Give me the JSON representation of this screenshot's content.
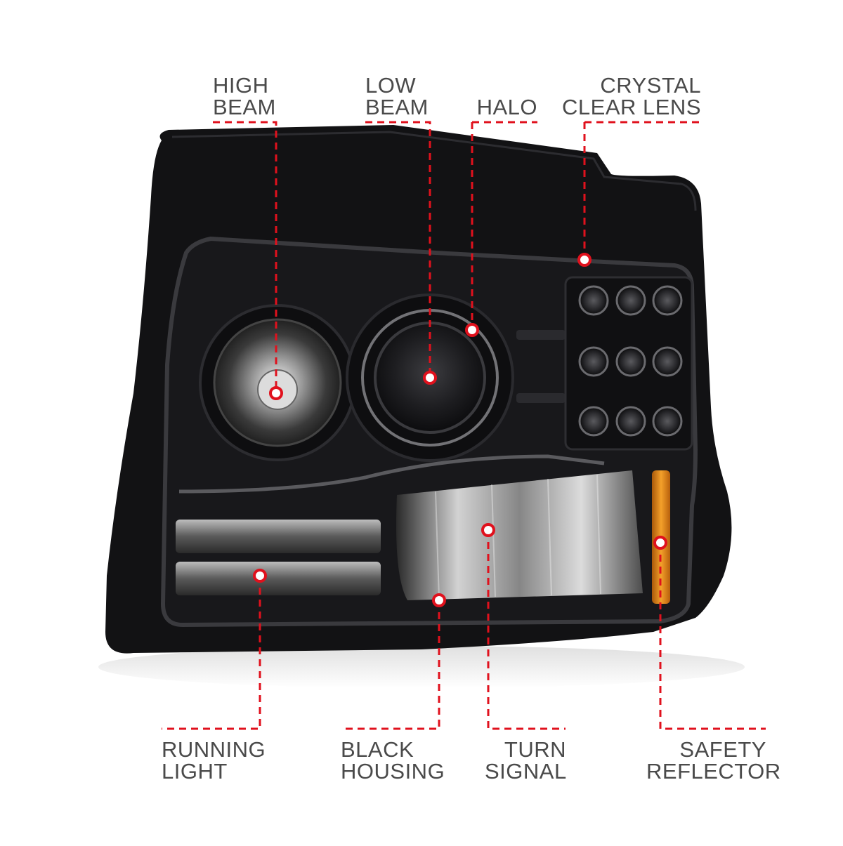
{
  "callouts": {
    "high_beam": [
      "HIGH",
      "BEAM"
    ],
    "low_beam": [
      "LOW",
      "BEAM"
    ],
    "halo": [
      "HALO"
    ],
    "crystal_clear_lens": [
      "CRYSTAL",
      "CLEAR LENS"
    ],
    "running_light": [
      "RUNNING",
      "LIGHT"
    ],
    "black_housing": [
      "BLACK",
      "HOUSING"
    ],
    "turn_signal": [
      "TURN",
      "SIGNAL"
    ],
    "safety_reflector": [
      "SAFETY",
      "REFLECTOR"
    ]
  },
  "colors": {
    "leader_line": "#e0111d",
    "label_text": "#4a4a4a",
    "housing": "#121214",
    "amber_reflector": "#e0820e"
  },
  "icons": {
    "product": "headlight-assembly"
  }
}
